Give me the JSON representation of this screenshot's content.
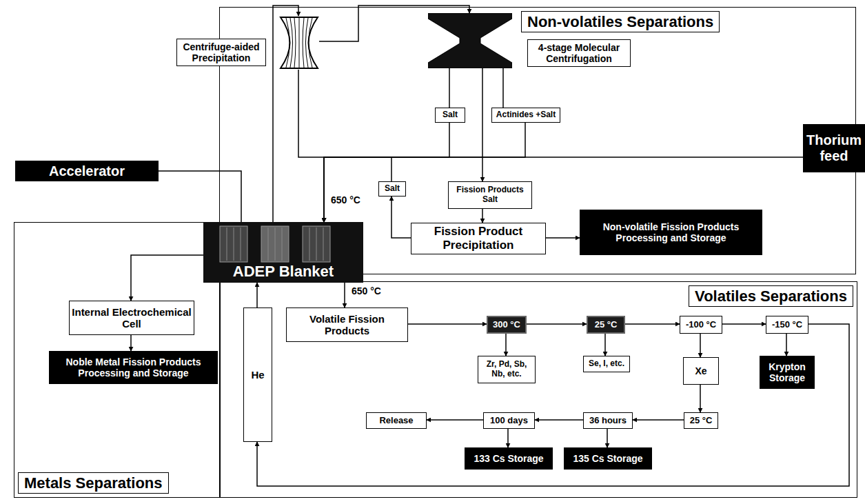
{
  "diagram": {
    "nodes": [
      {
        "text": [
          "Non-volatiles Separations"
        ]
      },
      {
        "text": [
          "Centrifuge-aided Precipitation"
        ],
        "in": 0
      },
      {
        "text": [
          "4-stage Molecular Centrifugation"
        ],
        "in": 0
      },
      {
        "text": [
          "Salt"
        ],
        "in": 0
      },
      {
        "text": [
          "Actinides +Salt"
        ],
        "in": 0
      },
      {
        "text": [
          "Fission Products Salt"
        ],
        "in": 0
      },
      {
        "text": [
          "Salt"
        ],
        "in": 0
      },
      {
        "text": [
          "Fission Product Precipitation"
        ],
        "in": 0
      },
      {
        "text": [
          "Non-volatile Fission Products Processing and Storage"
        ],
        "in": 0
      },
      {
        "text": [
          "Thorium feed"
        ]
      },
      {
        "text": [
          "Accelerator"
        ]
      },
      {
        "text": [
          "ADEP Blanket"
        ]
      },
      {
        "text": [
          "Metals Separations"
        ]
      },
      {
        "text": [
          "Internal Electrochemical Cell"
        ],
        "in": 12
      },
      {
        "text": [
          "Noble Metal Fission Products Processing and Storage"
        ],
        "in": 12
      },
      {
        "text": [
          "Volatiles Separations"
        ]
      },
      {
        "text": [
          "He"
        ],
        "in": 15
      },
      {
        "text": [
          "Volatile Fission Products"
        ],
        "in": 15
      },
      {
        "text": [
          "300 °C"
        ],
        "in": 15
      },
      {
        "text": [
          "25 °C"
        ],
        "in": 15
      },
      {
        "text": [
          "-100 °C"
        ],
        "in": 15
      },
      {
        "text": [
          "-150 °C"
        ],
        "in": 15
      },
      {
        "text": [
          "Zr, Pd, Sb, Nb, etc."
        ],
        "in": 15
      },
      {
        "text": [
          "Se, I, etc."
        ],
        "in": 15
      },
      {
        "text": [
          "Xe"
        ],
        "in": 15
      },
      {
        "text": [
          "Krypton Storage"
        ],
        "in": 15
      },
      {
        "text": [
          "25 °C"
        ],
        "in": 15
      },
      {
        "text": [
          "36 hours"
        ],
        "in": 15
      },
      {
        "text": [
          "100 days"
        ],
        "in": 15
      },
      {
        "text": [
          "Release"
        ],
        "in": 15
      },
      {
        "text": [
          "133 Cs Storage"
        ],
        "in": 15
      },
      {
        "text": [
          "135 Cs Storage"
        ],
        "in": 15
      }
    ],
    "edges": [
      {
        "from": 11,
        "to": 1,
        "arrow": "to"
      },
      {
        "from": 1,
        "to": 2,
        "arrow": "to"
      },
      {
        "from": 1,
        "to": 11,
        "arrow": "to"
      },
      {
        "from": 2,
        "to": 3,
        "arrow": "none"
      },
      {
        "from": 3,
        "to": 11,
        "arrow": "to"
      },
      {
        "from": 2,
        "to": 4,
        "arrow": "none"
      },
      {
        "from": 4,
        "to": 11,
        "arrow": "to"
      },
      {
        "from": 2,
        "to": 5,
        "arrow": "to"
      },
      {
        "from": 5,
        "to": 7,
        "arrow": "to"
      },
      {
        "from": 7,
        "to": 6,
        "arrow": "to"
      },
      {
        "from": 6,
        "to": 11,
        "arrow": "to"
      },
      {
        "from": 7,
        "to": 8,
        "arrow": "to"
      },
      {
        "from": 9,
        "to": 11,
        "arrow": "to"
      },
      {
        "from": 10,
        "to": 11,
        "arrow": "none"
      },
      {
        "from": 11,
        "to": 13,
        "arrow": "to"
      },
      {
        "from": 13,
        "to": 14,
        "arrow": "to"
      },
      {
        "from": 16,
        "to": 11,
        "arrow": "to"
      },
      {
        "from": 11,
        "to": 17,
        "arrow": "to"
      },
      {
        "from": 17,
        "to": 18,
        "arrow": "to"
      },
      {
        "from": 18,
        "to": 19,
        "arrow": "to"
      },
      {
        "from": 19,
        "to": 20,
        "arrow": "to"
      },
      {
        "from": 20,
        "to": 21,
        "arrow": "to"
      },
      {
        "from": 18,
        "to": 22,
        "arrow": "to"
      },
      {
        "from": 19,
        "to": 23,
        "arrow": "to"
      },
      {
        "from": 20,
        "to": 24,
        "arrow": "to"
      },
      {
        "from": 24,
        "to": 26,
        "arrow": "to"
      },
      {
        "from": 26,
        "to": 27,
        "arrow": "to"
      },
      {
        "from": 27,
        "to": 28,
        "arrow": "to"
      },
      {
        "from": 28,
        "to": 29,
        "arrow": "to"
      },
      {
        "from": 27,
        "to": 31,
        "arrow": "to"
      },
      {
        "from": 28,
        "to": 30,
        "arrow": "to"
      },
      {
        "from": 21,
        "to": 25,
        "arrow": "to"
      },
      {
        "from": 21,
        "to": 16,
        "arrow": "to"
      }
    ],
    "labels": [
      "650 °C",
      "650 °C"
    ]
  }
}
